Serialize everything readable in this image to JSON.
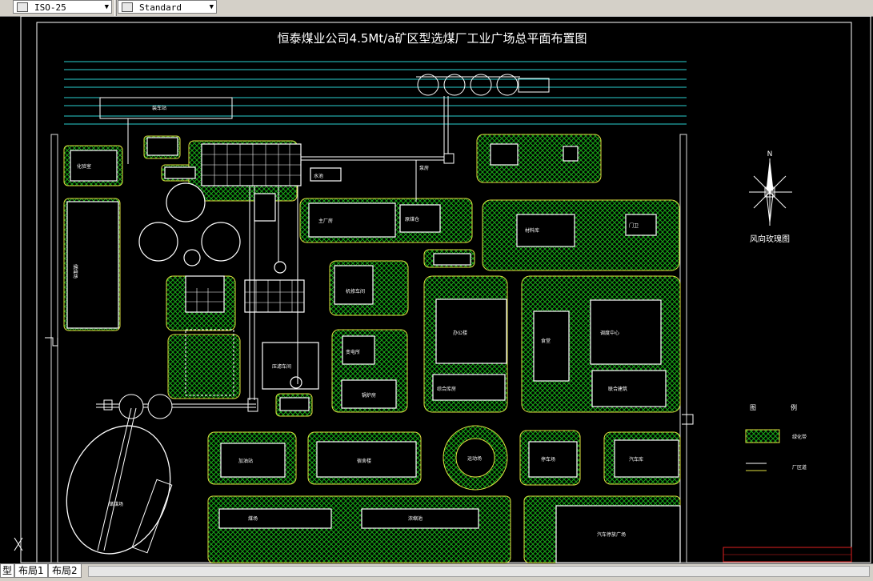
{
  "toolbar": {
    "dim_style": "ISO-25",
    "text_style": "Standard"
  },
  "drawing": {
    "title": "恒泰煤业公司4.5Mt/a矿区型选煤厂工业广场总平面布置图",
    "north_label": "N",
    "wind_rose_label": "风向玫瑰图",
    "legend": {
      "title_left": "图",
      "title_right": "例",
      "green_label": "绿化带",
      "line_label": "厂区道"
    },
    "labels": {
      "wash_plant": "主厂房",
      "raw_coal": "原煤仓",
      "warehouse": "材料库",
      "office": "办公楼",
      "canteen": "食堂",
      "substation": "变电所",
      "boiler": "锅炉房",
      "stadium": "运动场",
      "gas_station": "加油站",
      "dorm": "宿舍楼",
      "parking": "停车场",
      "garage": "汽车库",
      "repair": "机修车间",
      "coal_yard": "煤场",
      "workshop1": "综合库房",
      "workshop2": "联合建筑",
      "guard": "门卫",
      "pump": "泵房",
      "tank_area": "浓缩池",
      "filter": "压滤车间",
      "store": "储煤场",
      "wagon": "装车站",
      "hall": "调度中心",
      "park": "汽车停放广场",
      "pool": "水池",
      "lab": "化验室"
    }
  },
  "layout_tabs": [
    "模型",
    "布局1",
    "布局2"
  ],
  "layout_tab_prefix": "型"
}
